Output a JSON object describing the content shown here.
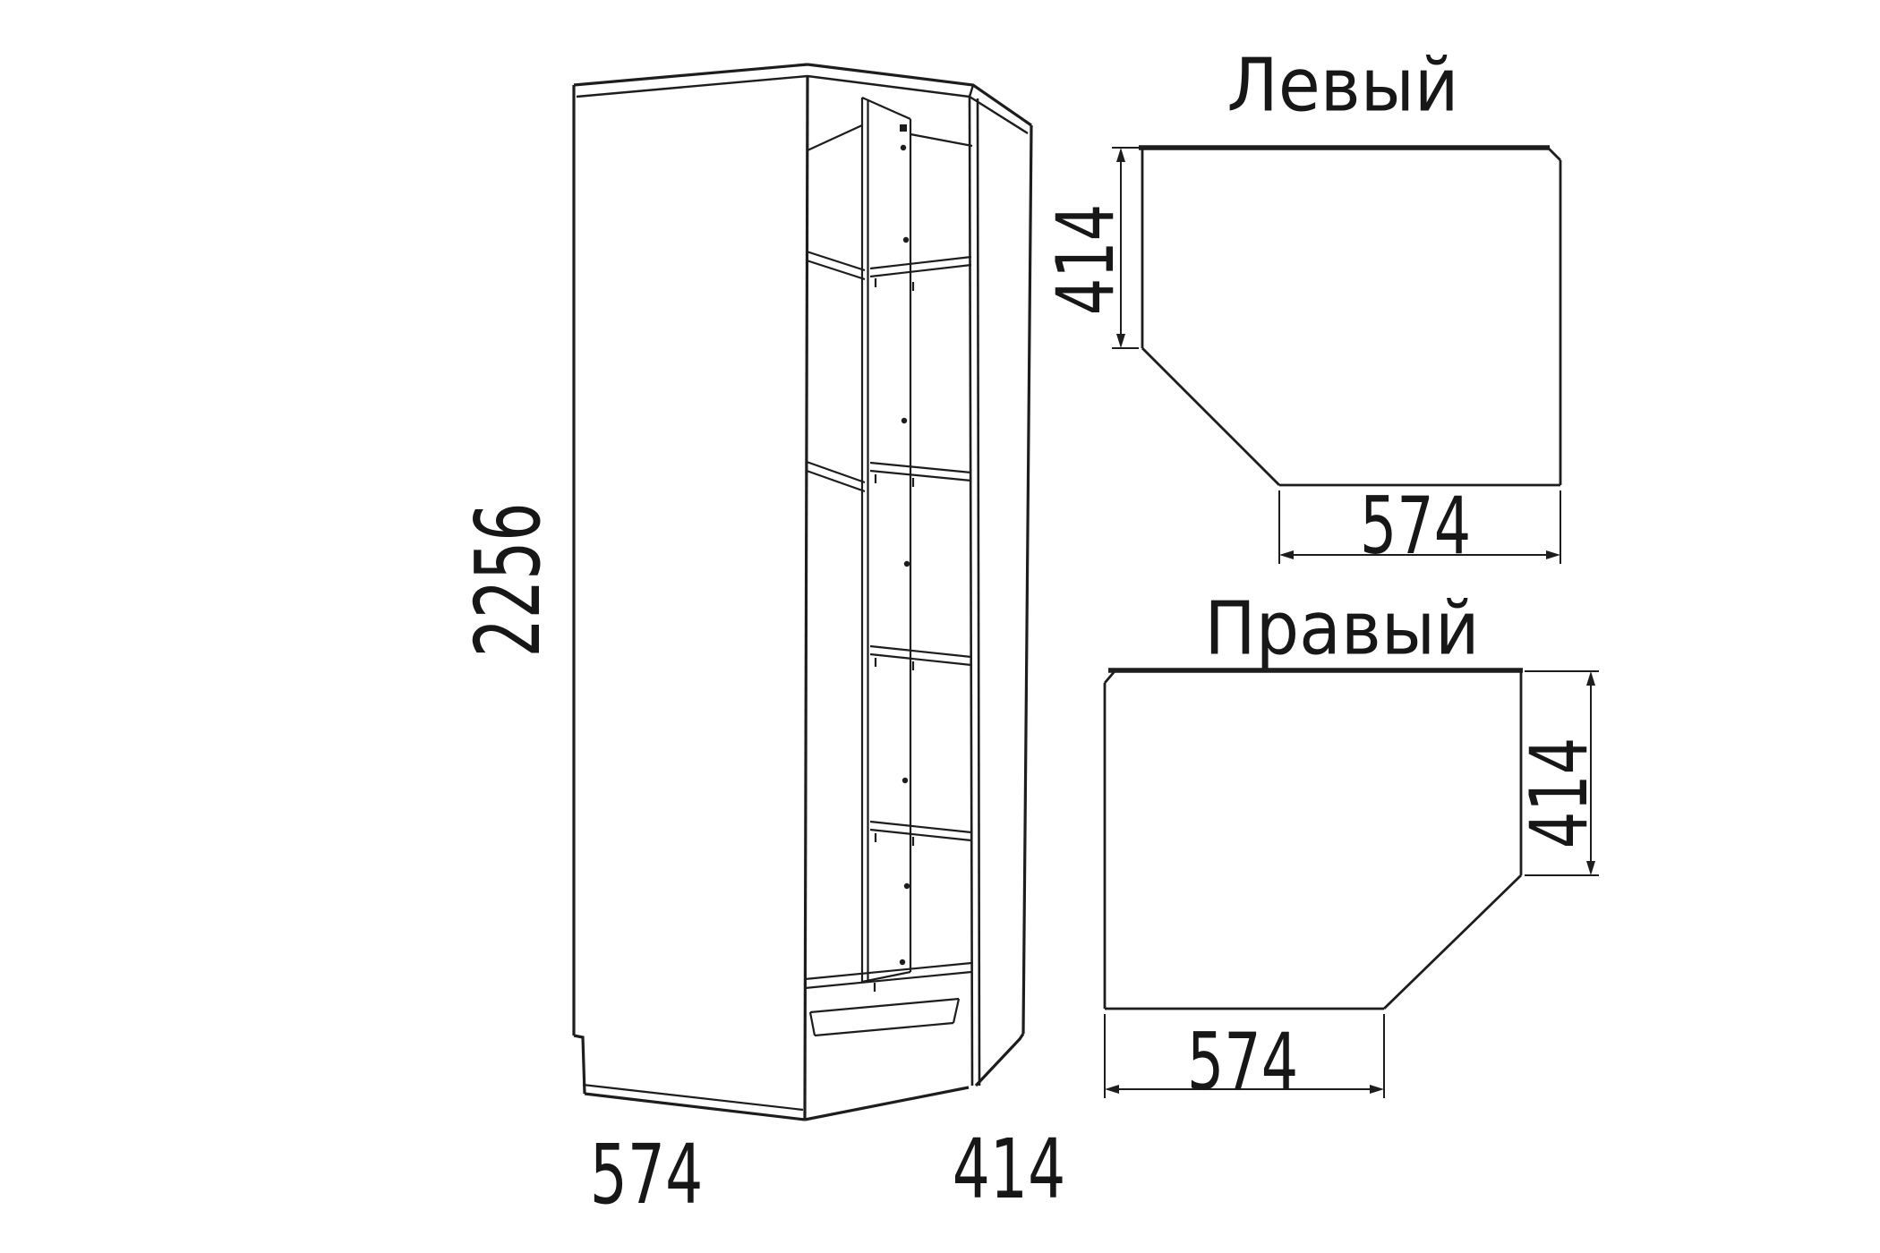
{
  "diagram": {
    "kind": "furniture technical drawing — corner wardrobe",
    "background_color": "#ffffff",
    "line_color": "#1d1d1d",
    "text_color": "#171717",
    "isometric_view": {
      "height_mm": "2256",
      "front_width_mm": "574",
      "side_depth_mm": "414"
    },
    "plan_views": {
      "left": {
        "title": "Левый",
        "depth_mm": "414",
        "width_mm": "574"
      },
      "right": {
        "title": "Правый",
        "depth_mm": "414",
        "width_mm": "574"
      }
    }
  }
}
